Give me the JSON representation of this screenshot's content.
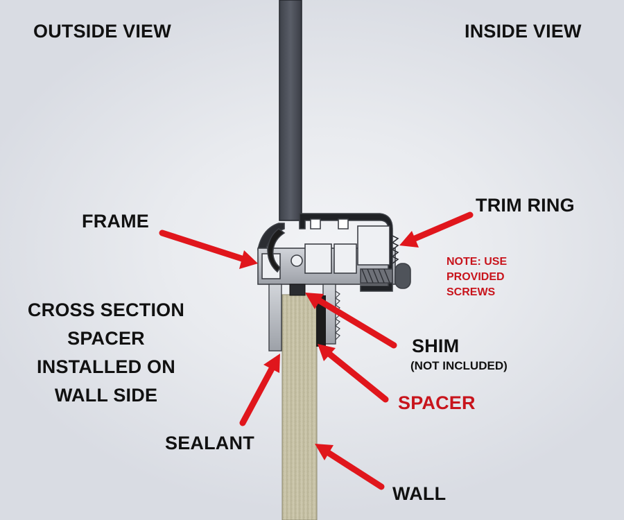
{
  "labels": {
    "outside_view": "OUTSIDE VIEW",
    "inside_view": "INSIDE VIEW",
    "frame": "FRAME",
    "trim_ring": "TRIM RING",
    "note_lines": [
      "NOTE: USE",
      "PROVIDED",
      "SCREWS"
    ],
    "cross_section_lines": [
      "CROSS SECTION",
      "SPACER",
      "INSTALLED ON",
      "WALL SIDE"
    ],
    "shim": "SHIM",
    "shim_note": "(NOT INCLUDED)",
    "spacer": "SPACER",
    "sealant": "SEALANT",
    "wall": "WALL"
  },
  "colors": {
    "arrow": "#e0161c",
    "note_text": "#c8141c",
    "label_text": "#111111",
    "glass": "#4a4e57",
    "wall": "#c9c4a8",
    "aluminum": "#b9bcc2",
    "gasket": "#1c1c1c"
  }
}
